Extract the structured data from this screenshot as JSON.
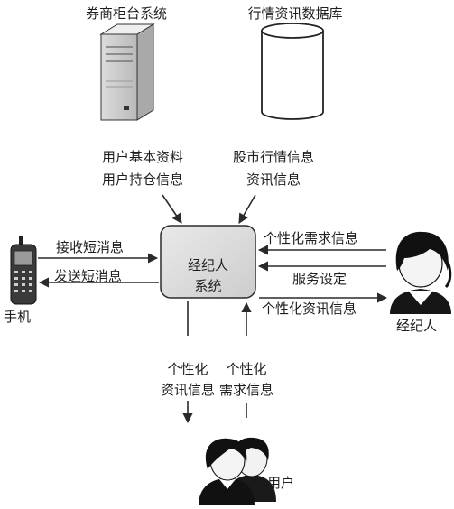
{
  "nodes": {
    "broker_counter_system": "券商柜台系统",
    "market_database": "行情资讯数据库",
    "agent_system_line1": "经纪人",
    "agent_system_line2": "系统",
    "mobile_phone": "手机",
    "agent_person": "经纪人",
    "user_person": "用户"
  },
  "flows": {
    "counter_to_system_line1": "用户基本资料",
    "counter_to_system_line2": "用户持仓信息",
    "db_to_system_line1": "股市行情信息",
    "db_to_system_line2": "资讯信息",
    "receive_sms": "接收短消息",
    "send_sms": "发送短消息",
    "personalized_request": "个性化需求信息",
    "service_settings": "服务设定",
    "personalized_info_to_agent": "个性化资讯信息",
    "system_to_user_line1": "个性化",
    "system_to_user_line2": "资讯信息",
    "user_to_system_line1": "个性化",
    "user_to_system_line2": "需求信息"
  }
}
